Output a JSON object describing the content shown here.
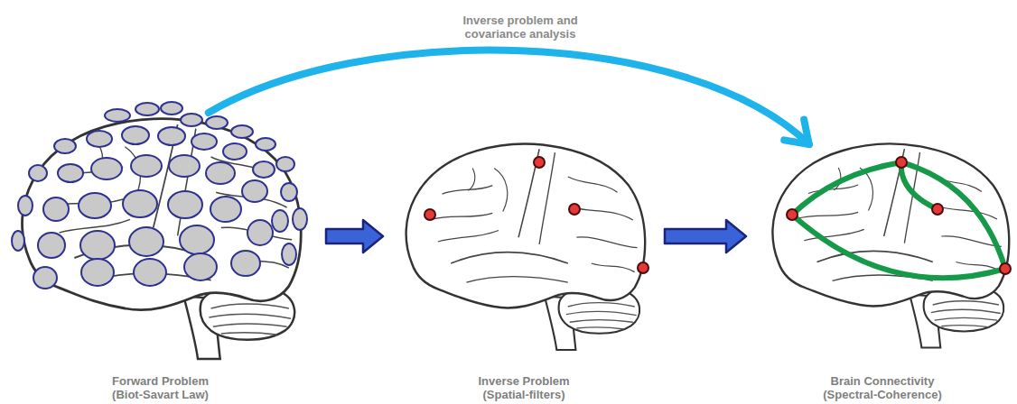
{
  "diagram": {
    "nodes": [
      {
        "text": [
          "Forward Problem (Biot-Savart Law)"
        ]
      },
      {
        "text": [
          "Inverse Problem (Spatial-filters)"
        ]
      },
      {
        "text": [
          "Brain Connectivity (Spectral-Coherence)"
        ]
      }
    ],
    "edges": [
      {
        "from": 0,
        "to": 2,
        "arrow": "to",
        "label": "Inverse problem and covariance analysis"
      },
      {
        "from": 0,
        "to": 1,
        "arrow": "to"
      },
      {
        "from": 1,
        "to": 2,
        "arrow": "to"
      }
    ]
  }
}
